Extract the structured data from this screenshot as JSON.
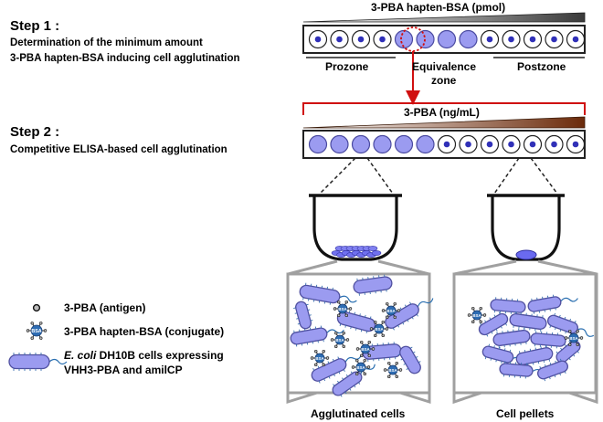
{
  "step1": {
    "heading": "Step 1 :",
    "line1": "Determination of the minimum amount",
    "line2": "3-PBA hapten-BSA inducing cell agglutination",
    "gradient_label": "3-PBA hapten-BSA (pmol)",
    "zones": {
      "prozone": "Prozone",
      "equivalence_1": "Equivalence",
      "equivalence_2": "zone",
      "postzone": "Postzone"
    }
  },
  "step2": {
    "heading": "Step 2 :",
    "line1": "Competitive ELISA-based cell agglutination",
    "gradient_label": "3-PBA (ng/mL)"
  },
  "legend": {
    "antigen": "3-PBA (antigen)",
    "conjugate": "3-PBA hapten-BSA (conjugate)",
    "cells_1_italic": "E. coli",
    "cells_1_rest": " DH10B cells expressing",
    "cells_2": "VHH3-PBA and amilCP",
    "bsa_tag": "BSA"
  },
  "captions": {
    "left": "Agglutinated  cells",
    "right": "Cell pellets"
  },
  "colors": {
    "cell_fill": "#9b9bf0",
    "cell_outline": "#5050a0",
    "dot": "#3030b8",
    "arrow_red": "#d01010",
    "grad_gray": "#3a3a3a",
    "grad_brown": "#6b2a0a",
    "zoom_gray": "#a0a0a0",
    "conjugate_blue": "#2e6db4",
    "flagella": "#2a6fb0"
  },
  "wells": {
    "row1": [
      "empty",
      "empty",
      "empty",
      "empty",
      "full",
      "full",
      "full",
      "full",
      "empty",
      "empty",
      "empty",
      "empty",
      "empty"
    ],
    "row2": [
      "full",
      "full",
      "full",
      "full",
      "full",
      "full",
      "empty",
      "empty",
      "empty",
      "empty",
      "empty",
      "empty",
      "empty"
    ]
  }
}
